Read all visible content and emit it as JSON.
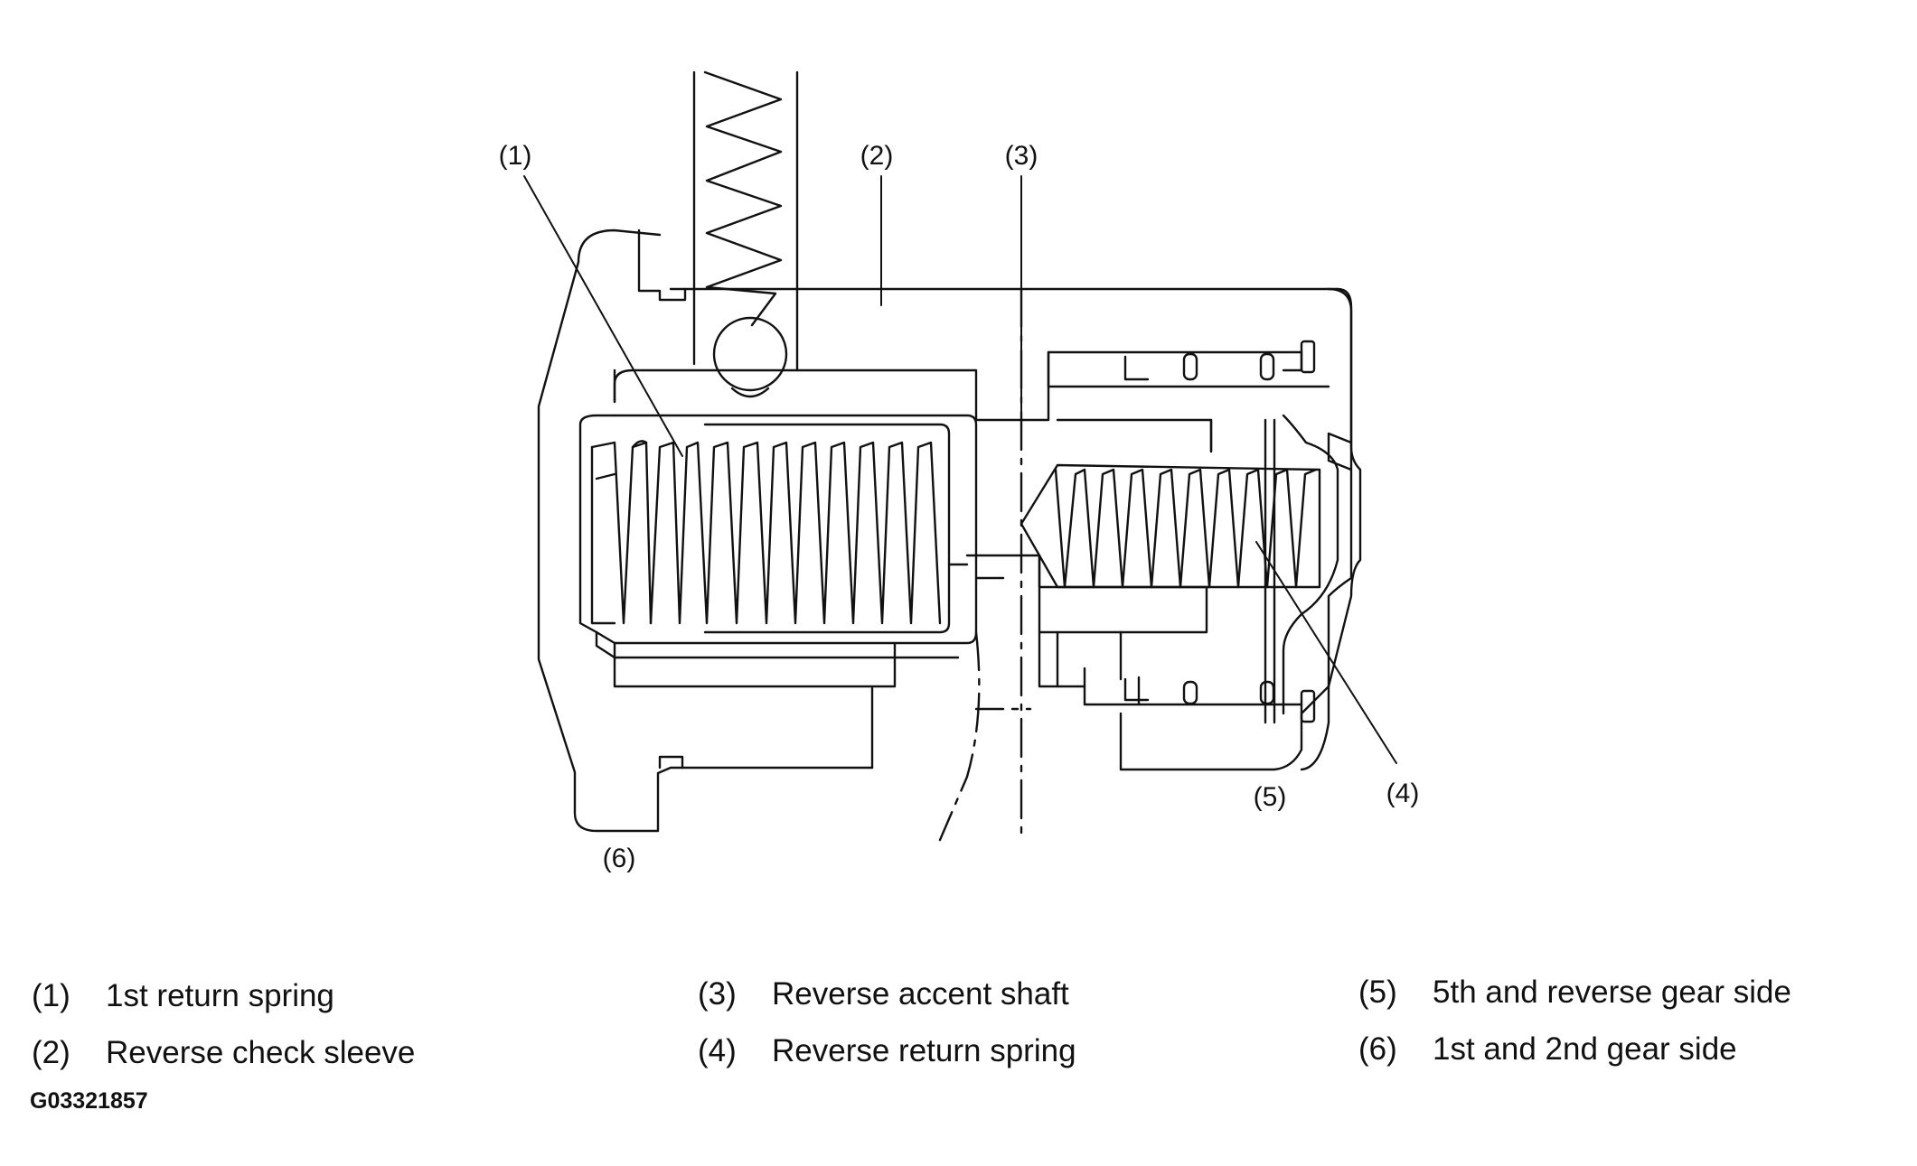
{
  "diagram": {
    "callouts": [
      "(1)",
      "(2)",
      "(3)",
      "(4)",
      "(5)",
      "(6)"
    ]
  },
  "legend": [
    {
      "num": "(1)",
      "label": "1st return spring"
    },
    {
      "num": "(2)",
      "label": "Reverse check sleeve"
    },
    {
      "num": "(3)",
      "label": "Reverse accent shaft"
    },
    {
      "num": "(4)",
      "label": "Reverse return spring"
    },
    {
      "num": "(5)",
      "label": "5th and reverse gear side"
    },
    {
      "num": "(6)",
      "label": "1st and 2nd gear side"
    }
  ],
  "figure_id": "G03321857",
  "colors": {
    "line": "#111111",
    "background": "#ffffff"
  }
}
